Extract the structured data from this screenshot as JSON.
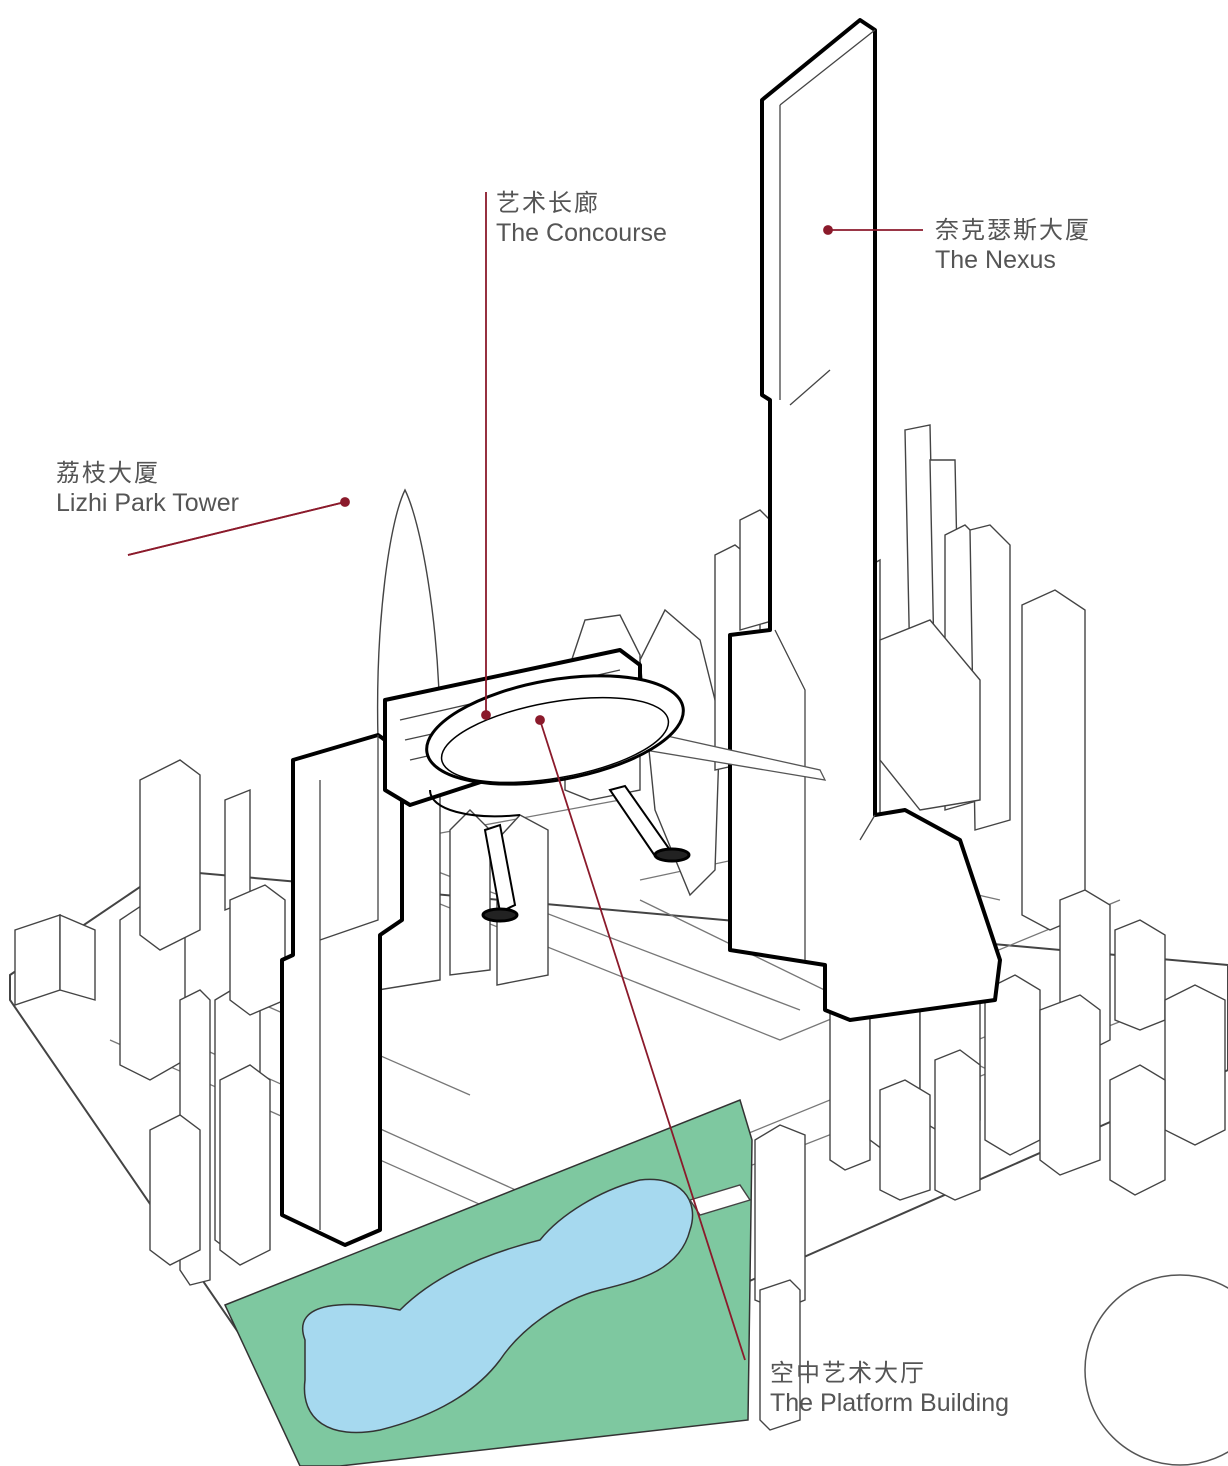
{
  "labels": {
    "lizhi": {
      "cn": "荔枝大厦",
      "en": "Lizhi Park Tower"
    },
    "concourse": {
      "cn": "艺术长廊",
      "en": "The Concourse"
    },
    "nexus": {
      "cn": "奈克瑟斯大厦",
      "en": "The Nexus"
    },
    "platform": {
      "cn": "空中艺术大厅",
      "en": "The Platform Building"
    }
  },
  "colors": {
    "leader": "#8b1a2b",
    "park": "#7ec8a0",
    "lake": "#a6d9ef",
    "outline": "#333333",
    "highlight_outline": "#000000"
  }
}
